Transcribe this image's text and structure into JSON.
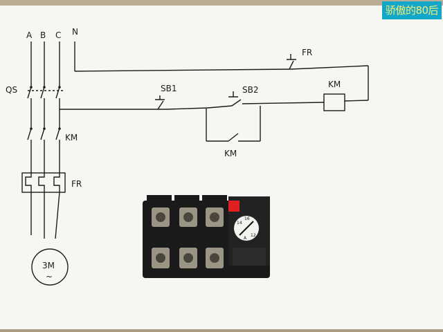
{
  "photo": {
    "description_kind": "photo of hand-drawn motor control circuit with a thermal overload relay",
    "watermark_text": "骄傲的80后",
    "colors": {
      "paper": "#f6f6f2",
      "ink": "#1b1b1b",
      "relay_body": "#1a1a1a",
      "relay_button": "#e02020",
      "watermark_bg": "#12a6c9",
      "watermark_text": "#f4ef7a"
    }
  },
  "labels": {
    "phase_a": "A",
    "phase_b": "B",
    "phase_c": "C",
    "neutral": "N",
    "qs": "QS",
    "km_main": "KM",
    "fr_main": "FR",
    "motor": "3M",
    "motor_symbol": "~",
    "fr_control": "FR",
    "sb1": "SB1",
    "sb2": "SB2",
    "km_coil": "KM",
    "km_aux": "KM"
  },
  "relay": {
    "dial_markings": [
      "14",
      "16",
      "12",
      "A"
    ]
  }
}
